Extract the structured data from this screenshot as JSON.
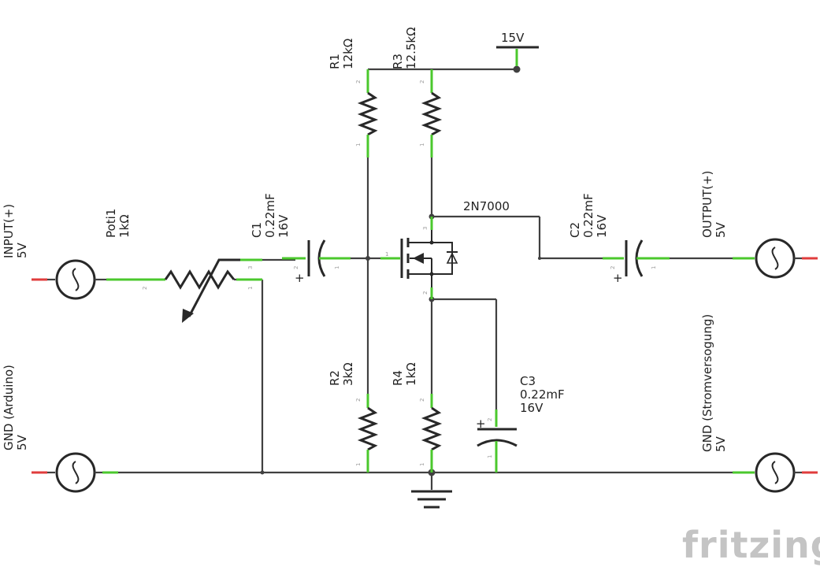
{
  "supply": {
    "label": "15V"
  },
  "parts": {
    "r1": {
      "name": "R1",
      "value": "12kΩ"
    },
    "r3": {
      "name": "R3",
      "value": "12.5kΩ"
    },
    "r2": {
      "name": "R2",
      "value": "3kΩ"
    },
    "r4": {
      "name": "R4",
      "value": "1kΩ"
    },
    "c1": {
      "name": "C1",
      "value": "0.22mF",
      "voltage": "16V"
    },
    "c2": {
      "name": "C2",
      "value": "0.22mF",
      "voltage": "16V"
    },
    "c3": {
      "name": "C3",
      "value": "0.22mF",
      "voltage": "16V"
    },
    "poti": {
      "name": "Poti1",
      "value": "1kΩ"
    },
    "mosfet": {
      "name": "2N7000"
    }
  },
  "sources": {
    "input": {
      "name": "INPUT(+)",
      "voltage": "5V"
    },
    "gnd_arduino": {
      "name": "GND (Arduino)",
      "voltage": "5V"
    },
    "output": {
      "name": "OUTPUT(+)",
      "voltage": "5V"
    },
    "gnd_supply": {
      "name": "GND (Stromversogung)",
      "voltage": "5V"
    }
  },
  "pins": {
    "one": "1",
    "two": "2",
    "three": "3"
  },
  "polarity": {
    "plus": "+"
  },
  "watermark": {
    "text": "fritzing"
  },
  "colors": {
    "wire": "#404040",
    "pin": "#4bc82d",
    "pin_end": "#e03c3c",
    "symbol": "#282828"
  }
}
